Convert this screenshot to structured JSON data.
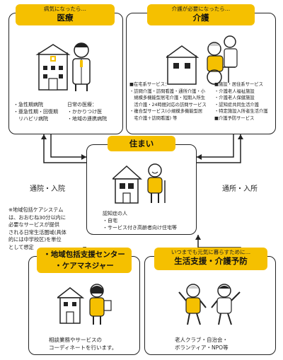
{
  "medical": {
    "small": "病気になったら…",
    "title": "医療",
    "list_left": [
      "・急性期病院",
      "・亜急性期・回復期",
      "　リハビリ病院"
    ],
    "list_right": [
      "日常の医療：",
      "・かかりつけ医",
      "・地域の連携病院"
    ]
  },
  "care": {
    "small": "介護が必要になったら…",
    "title": "介護",
    "home_services": [
      "■在宅系サービス：",
      "・訪問介護・訪問看護・通所介護・小",
      "　規模多機能型居宅介護・短期入所生",
      "　活介護・24時間対応の訪問サービス",
      "・複合型サービス(小規模多機能型居",
      "　宅介護＋訪問看護) 等"
    ],
    "facility_services": [
      "■施設・居住系サービス",
      "・介護老人福祉施設",
      "・介護老人保健施設",
      "・認知症共同生活介護",
      "・特定施設入所者生活介護",
      "■介護予防サービス"
    ]
  },
  "housing": {
    "title": "住まい",
    "list": [
      "認知症の人",
      "・自宅",
      "・サービス付き高齢者向け住宅等"
    ]
  },
  "arrows": {
    "left_label": "通院・入院",
    "right_label": "通所・入所"
  },
  "note": [
    "※地域包括ケアシステム",
    "は、おおむね30分以内に",
    "必要なサービスが提供",
    "される日常生活圏域(具体",
    "的には中学校区)を単位",
    "として想定"
  ],
  "support_center": {
    "title_lines": [
      "・地域包括支援センター",
      "・ケアマネジャー"
    ],
    "desc": [
      "相談業務やサービスの",
      "コーディネートを行います。"
    ]
  },
  "prevention": {
    "small": "いつまでも元気に暮らすために…",
    "title": "生活支援・介護予防",
    "desc": [
      "老人クラブ・自治会・",
      "ボランティア・NPO等"
    ]
  },
  "colors": {
    "accent": "#f5c000",
    "line": "#222222"
  }
}
